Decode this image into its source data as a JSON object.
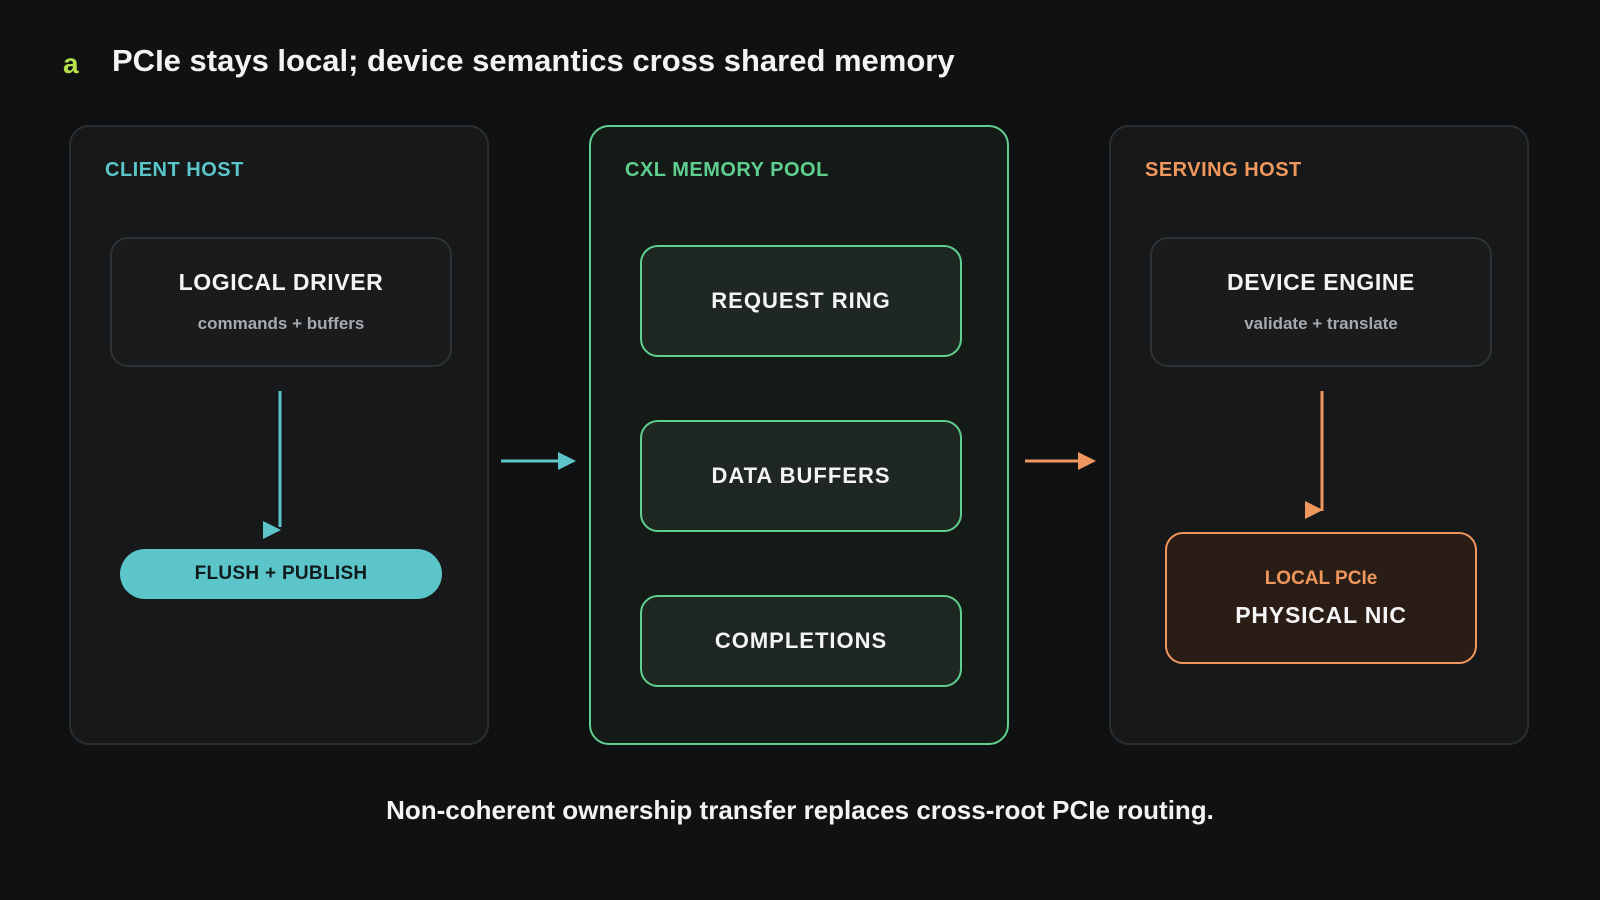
{
  "header": {
    "panel_label": "a",
    "title": "PCIe stays local; device semantics cross shared memory"
  },
  "client_host": {
    "title": "CLIENT HOST",
    "driver": {
      "title": "LOGICAL DRIVER",
      "subtitle": "commands + buffers"
    },
    "action": "FLUSH + PUBLISH"
  },
  "memory_pool": {
    "title": "CXL MEMORY POOL",
    "blocks": [
      "REQUEST RING",
      "DATA BUFFERS",
      "COMPLETIONS"
    ]
  },
  "serving_host": {
    "title": "SERVING HOST",
    "engine": {
      "title": "DEVICE ENGINE",
      "subtitle": "validate + translate"
    },
    "nic": {
      "subtitle": "LOCAL PCIe",
      "title": "PHYSICAL NIC"
    }
  },
  "caption": "Non-coherent ownership transfer replaces cross-root PCIe routing.",
  "colors": {
    "client_accent": "#5cc5c9",
    "pool_accent": "#5fcf8f",
    "serving_accent": "#f0975d",
    "label_accent": "#b4e04a",
    "background": "#0f1113"
  }
}
